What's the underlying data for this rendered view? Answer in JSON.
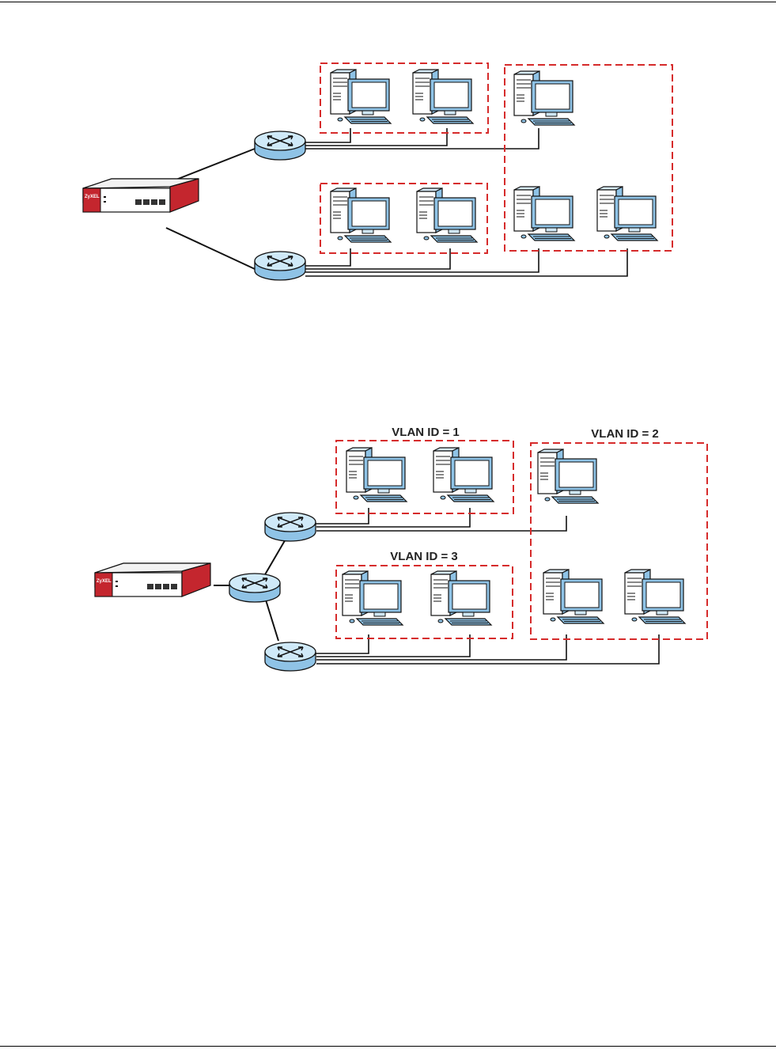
{
  "figure_top": {
    "device": "zyxel-security-gateway",
    "switches": 2,
    "groups": [
      {
        "label": "",
        "pcs": 2
      },
      {
        "label": "",
        "pcs": 2
      },
      {
        "label": "",
        "pcs": 3
      }
    ]
  },
  "figure_bottom": {
    "device": "zyxel-security-gateway",
    "switches": 3,
    "groups": [
      {
        "label": "VLAN ID = 1",
        "pcs": 2
      },
      {
        "label": "VLAN ID = 2",
        "pcs": 3
      },
      {
        "label": "VLAN ID = 3",
        "pcs": 2
      }
    ]
  },
  "colors": {
    "vlan_border": "#d62b2b",
    "switch_fill": "#a8d4ee",
    "pc_blue": "#8fc3e6",
    "device_red": "#c4262e"
  }
}
